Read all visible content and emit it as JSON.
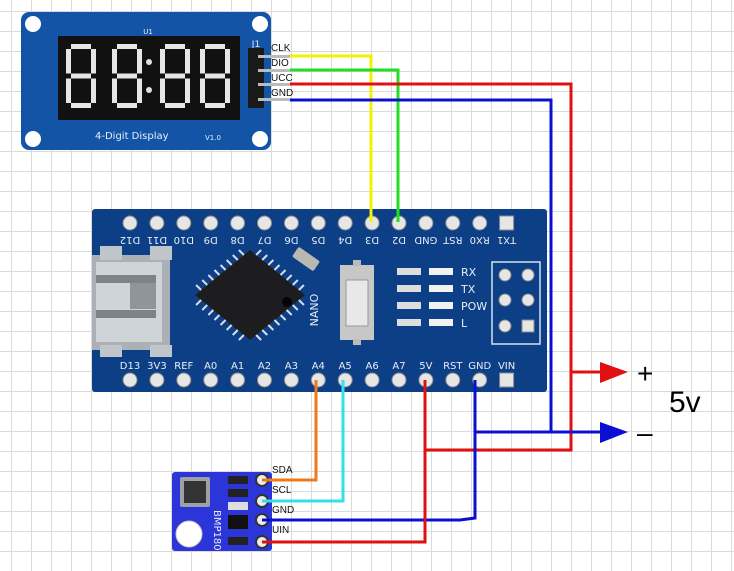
{
  "diagram": {
    "title": "Arduino Nano wiring with TM1637 4-digit display and BMP180 sensor",
    "display_module": {
      "name": "4-Digit Display",
      "version": "V1.0",
      "header_label": "J1",
      "ic_label": "U1",
      "digits": "88:88",
      "pins": [
        "CLK",
        "DIO",
        "UCC",
        "GND"
      ]
    },
    "nano": {
      "board_label": "NANO",
      "top_pins": [
        "D12",
        "D11",
        "D10",
        "D9",
        "D8",
        "D7",
        "D6",
        "D5",
        "D4",
        "D3",
        "D2",
        "GND",
        "RST",
        "RX0",
        "TX1"
      ],
      "bottom_pins": [
        "D13",
        "3V3",
        "REF",
        "A0",
        "A1",
        "A2",
        "A3",
        "A4",
        "A5",
        "A6",
        "A7",
        "5V",
        "RST",
        "GND",
        "VIN"
      ],
      "led_labels": [
        "RX",
        "TX",
        "POW",
        "L"
      ]
    },
    "sensor": {
      "name": "BMP180",
      "pins": [
        "SDA",
        "SCL",
        "GND",
        "UIN"
      ]
    },
    "power": {
      "plus": "+",
      "minus": "–",
      "voltage": "5v"
    },
    "connections": [
      {
        "from": "CLK",
        "to": "D3",
        "color": "#f5f000"
      },
      {
        "from": "DIO",
        "to": "D2",
        "color": "#22dd22"
      },
      {
        "from": "UCC",
        "to": "+5V",
        "color": "#e01010"
      },
      {
        "from": "GND",
        "to": "GND",
        "color": "#0a10d0"
      },
      {
        "from": "SDA",
        "to": "A4",
        "color": "#ee7a1a"
      },
      {
        "from": "SCL",
        "to": "A5",
        "color": "#33e0e8"
      },
      {
        "from": "GND (BMP180)",
        "to": "GND",
        "color": "#0a10d0"
      },
      {
        "from": "UIN",
        "to": "5V",
        "color": "#e01010"
      }
    ],
    "colors": {
      "pcb": "#0d3f86",
      "pcb_edge": "#1b5aa8",
      "wire_red": "#e01010",
      "wire_blue": "#0a10d0",
      "wire_yellow": "#f5f000",
      "wire_green": "#22dd22",
      "wire_orange": "#ee7a1a",
      "wire_cyan": "#33e0e8",
      "sensor_pcb": "#2b35d8"
    }
  }
}
